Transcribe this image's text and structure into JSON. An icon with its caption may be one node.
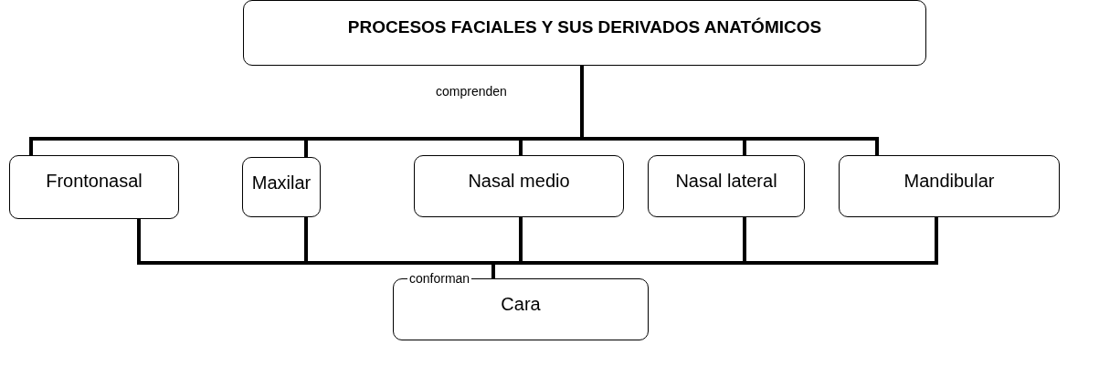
{
  "diagram": {
    "nodes": [
      {
        "text": [
          "PROCESOS FACIALES Y SUS DERIVADOS ANATÓMICOS"
        ]
      },
      {
        "text": [
          "Frontonasal"
        ]
      },
      {
        "text": [
          "Maxilar"
        ]
      },
      {
        "text": [
          "Nasal medio"
        ]
      },
      {
        "text": [
          "Nasal lateral"
        ]
      },
      {
        "text": [
          "Mandibular"
        ]
      },
      {
        "text": [
          "Cara"
        ]
      }
    ],
    "edges": [
      {
        "from": 0,
        "to": 1,
        "arrow": "none",
        "label": "comprenden"
      },
      {
        "from": 0,
        "to": 2,
        "arrow": "none"
      },
      {
        "from": 0,
        "to": 3,
        "arrow": "none"
      },
      {
        "from": 0,
        "to": 4,
        "arrow": "none"
      },
      {
        "from": 0,
        "to": 5,
        "arrow": "none"
      },
      {
        "from": 1,
        "to": 6,
        "arrow": "none",
        "label": "conforman"
      },
      {
        "from": 2,
        "to": 6,
        "arrow": "none"
      },
      {
        "from": 3,
        "to": 6,
        "arrow": "none"
      },
      {
        "from": 4,
        "to": 6,
        "arrow": "none"
      },
      {
        "from": 5,
        "to": 6,
        "arrow": "none"
      }
    ]
  }
}
